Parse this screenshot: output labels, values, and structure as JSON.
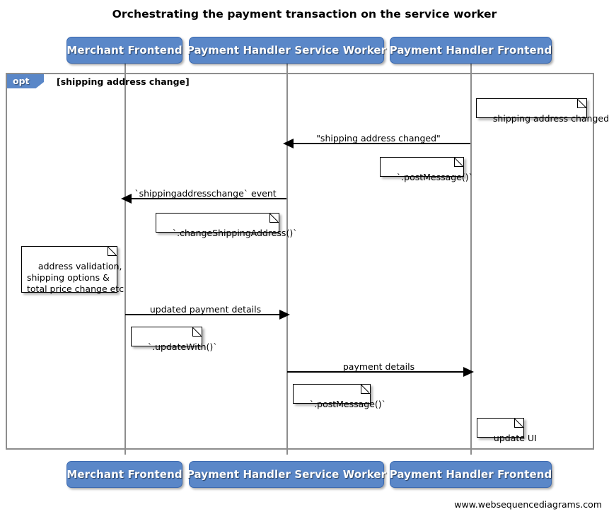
{
  "diagram": {
    "title": "Orchestrating the payment transaction on the service worker",
    "credit": "www.websequencediagrams.com",
    "accent_color": "#5a87c8",
    "accent_border_color": "#3c6ab0",
    "line_color": "#000000",
    "frame_color": "#8d8d8d"
  },
  "participants": [
    {
      "id": "merchant-frontend",
      "label": "Merchant Frontend"
    },
    {
      "id": "payment-handler-service-worker",
      "label": "Payment Handler Service Worker"
    },
    {
      "id": "payment-handler-frontend",
      "label": "Payment Handler Frontend"
    }
  ],
  "participants_bottom": [
    {
      "id": "merchant-frontend",
      "label": "Merchant Frontend"
    },
    {
      "id": "payment-handler-service-worker",
      "label": "Payment Handler Service Worker"
    },
    {
      "id": "payment-handler-frontend",
      "label": "Payment Handler Frontend"
    }
  ],
  "fragment": {
    "type": "opt",
    "tag_label": "opt",
    "guard": "[shipping address change]"
  },
  "messages": [
    {
      "id": "shipping-address-changed",
      "label": "\"shipping address changed\"",
      "from": "payment-handler-frontend",
      "to": "payment-handler-service-worker",
      "direction": "left"
    },
    {
      "id": "shippingaddresschange-event",
      "label": "`shippingaddresschange` event",
      "from": "payment-handler-service-worker",
      "to": "merchant-frontend",
      "direction": "left"
    },
    {
      "id": "updated-payment-details",
      "label": "updated payment details",
      "from": "merchant-frontend",
      "to": "payment-handler-service-worker",
      "direction": "right"
    },
    {
      "id": "payment-details",
      "label": "payment details",
      "from": "payment-handler-service-worker",
      "to": "payment-handler-frontend",
      "direction": "right"
    }
  ],
  "notes": [
    {
      "id": "note-shipping-address-changed",
      "text": "shipping address changed"
    },
    {
      "id": "note-post-message-1",
      "text": "`.postMessage()`"
    },
    {
      "id": "note-change-shipping-address",
      "text": "`.changeShippingAddress()`"
    },
    {
      "id": "note-address-validation",
      "text": "address validation,\nshipping options &\ntotal price change etc"
    },
    {
      "id": "note-update-with",
      "text": "`.updateWith()`"
    },
    {
      "id": "note-post-message-2",
      "text": "`.postMessage()`"
    },
    {
      "id": "note-update-ui",
      "text": "update UI"
    }
  ]
}
